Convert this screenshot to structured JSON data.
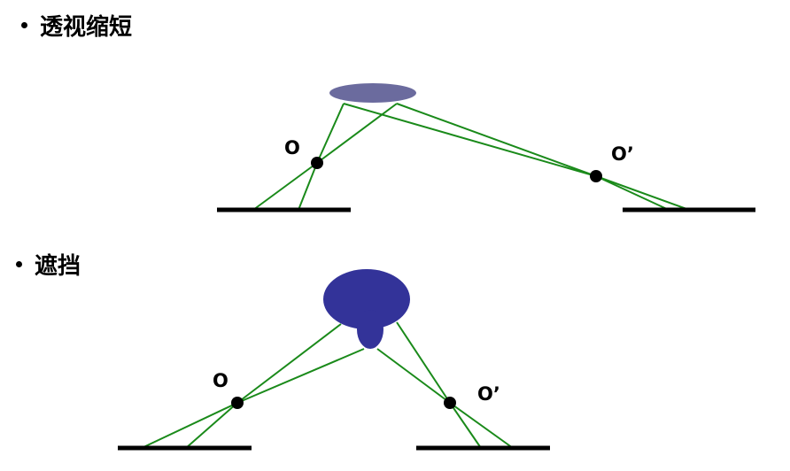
{
  "sections": [
    {
      "bullet_text": "透视缩短"
    },
    {
      "bullet_text": "遮挡"
    }
  ],
  "labels": {
    "o": "O",
    "o_prime": "O’"
  },
  "colors": {
    "ray": "#1a8a1a",
    "surface": "#000000",
    "ellipse_object": "#6b6b9e",
    "blob_object": "#333399",
    "point": "#000000"
  }
}
